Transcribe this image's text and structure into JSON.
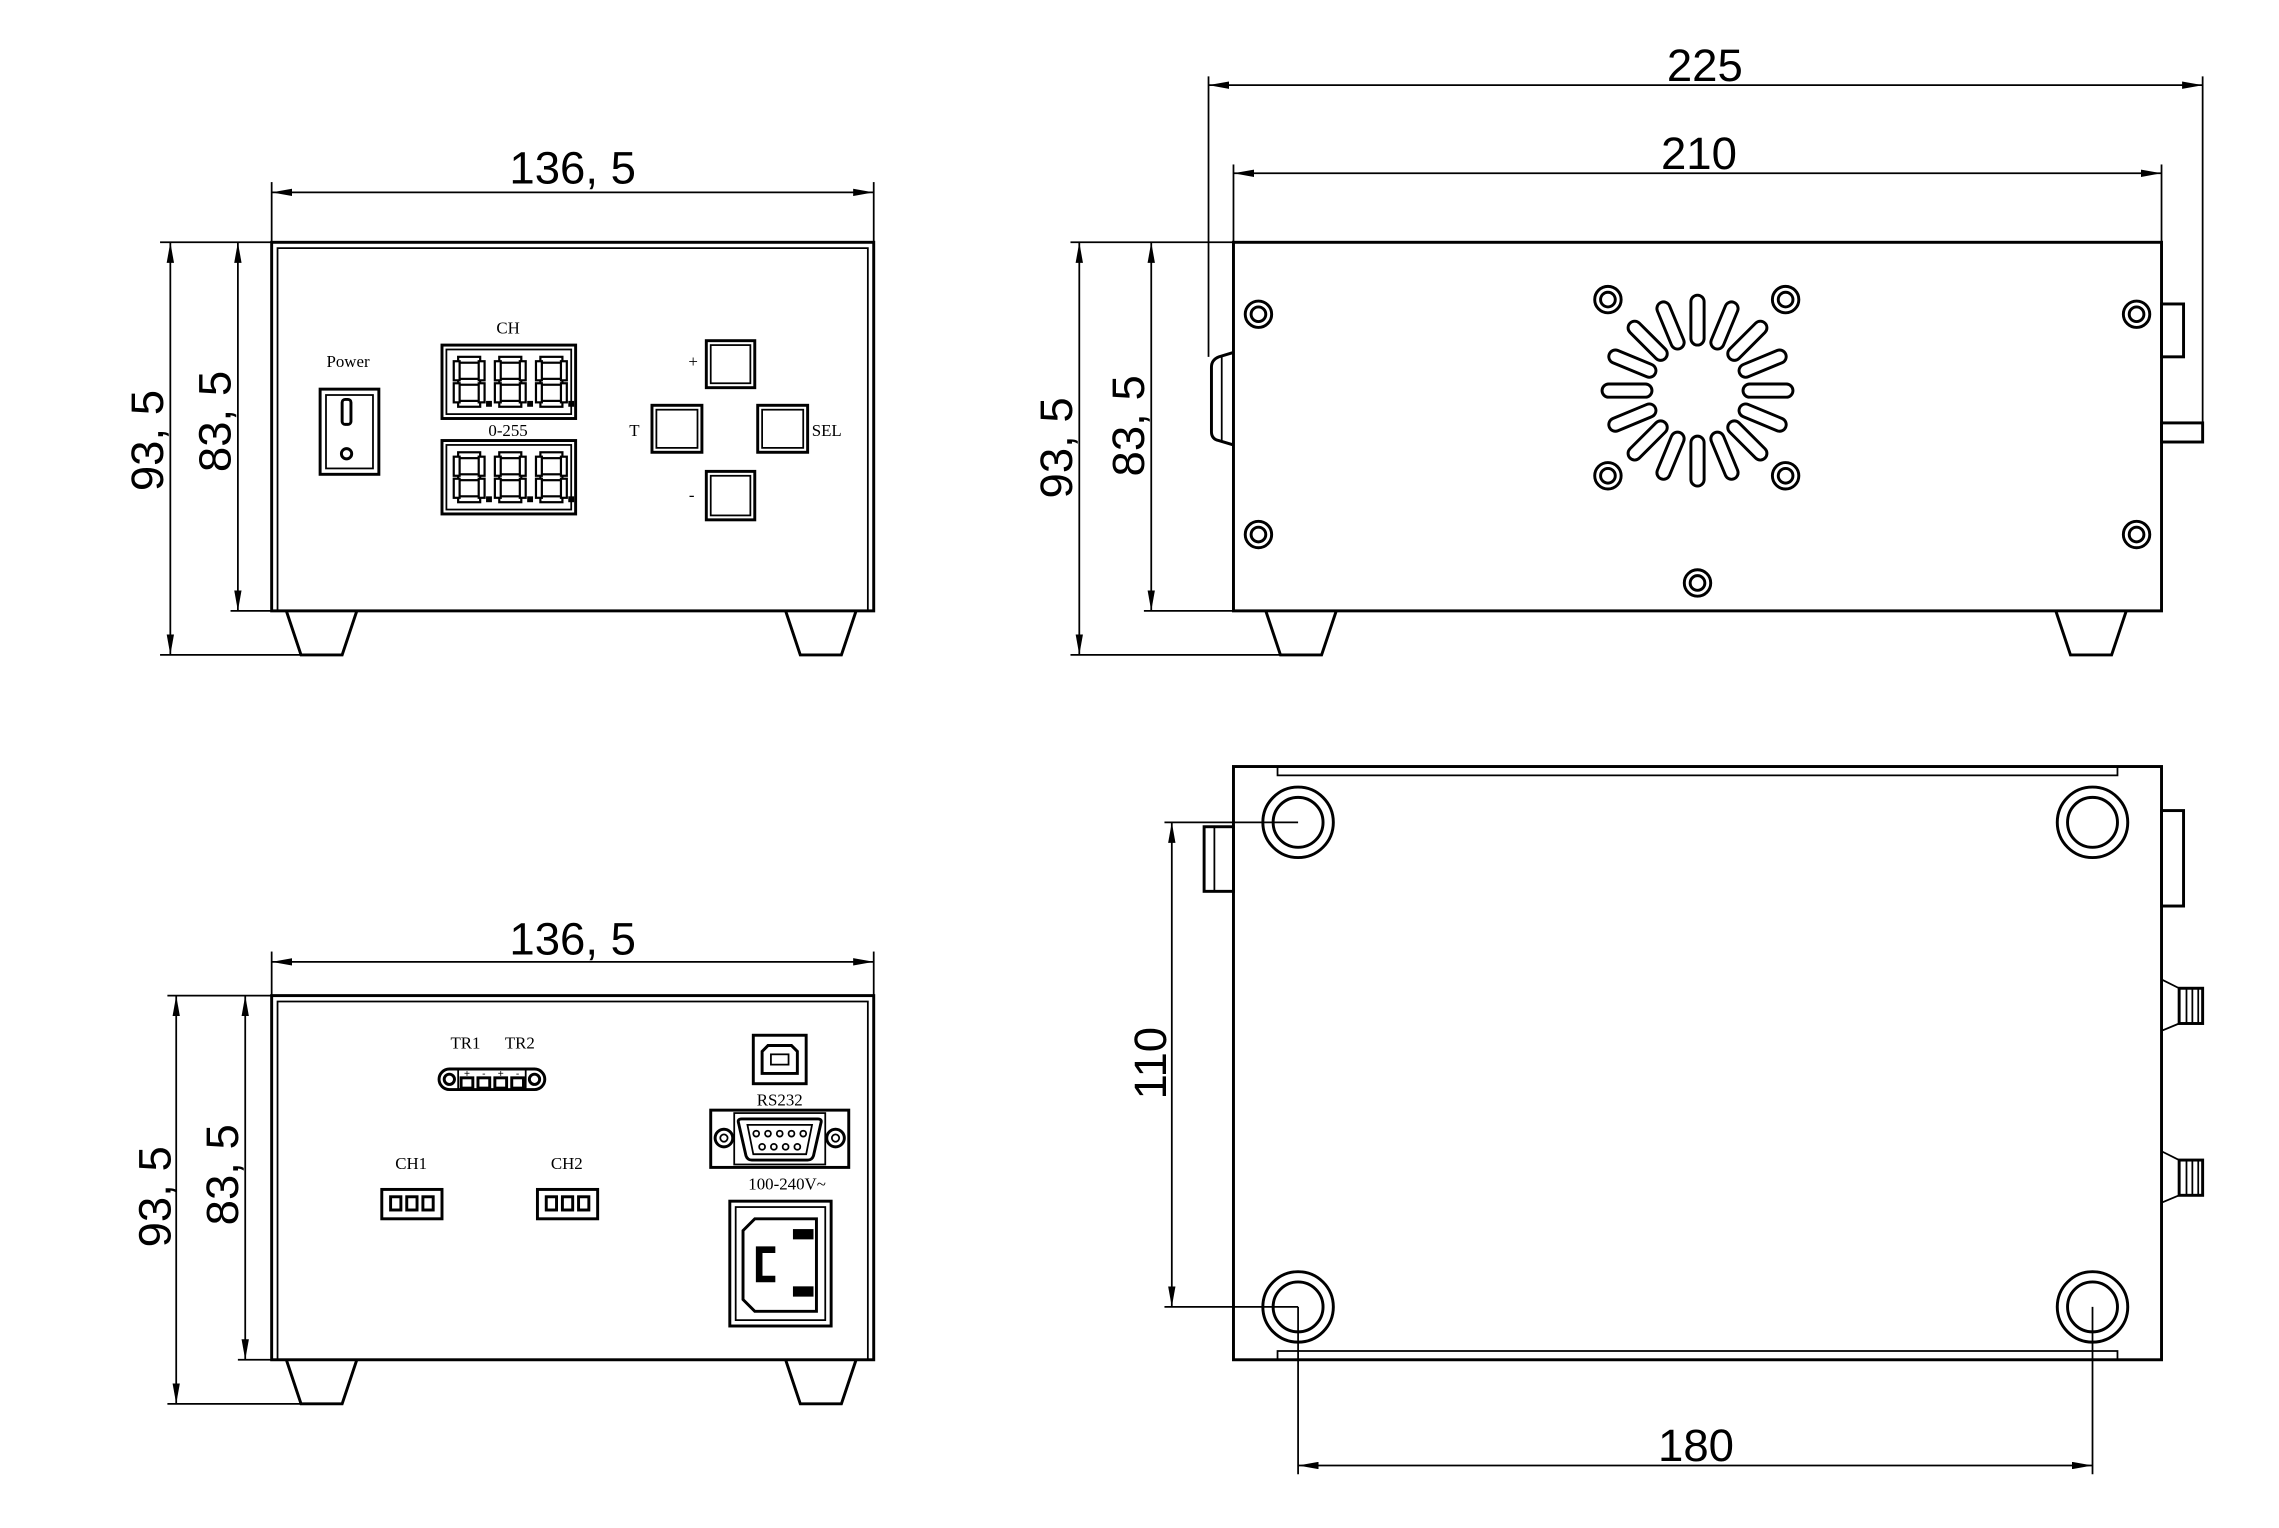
{
  "front_view": {
    "width_dimension": "136, 5",
    "overall_height_dimension": "93, 5",
    "body_height_dimension": "83, 5",
    "power_label": "Power",
    "upper_display_label": "CH",
    "lower_display_label": "0-255",
    "plus_key_label": "+",
    "t_key_label": "T",
    "sel_key_label": "SEL",
    "minus_key_label": "-"
  },
  "side_view": {
    "overall_length_dimension": "225",
    "body_length_dimension": "210",
    "overall_height_dimension": "93, 5",
    "body_height_dimension": "83, 5"
  },
  "rear_view": {
    "width_dimension": "136, 5",
    "overall_height_dimension": "93, 5",
    "body_height_dimension": "83, 5",
    "trigger_1_label": "TR1",
    "trigger_2_label": "TR2",
    "terminal_polarity": [
      "+",
      "-",
      "+",
      "-"
    ],
    "channel_1_label": "CH1",
    "channel_2_label": "CH2",
    "serial_port_label": "RS232",
    "mains_input_label": "100-240V~"
  },
  "bottom_view": {
    "foot_spacing_width_dimension": "110",
    "foot_spacing_length_dimension": "180"
  }
}
